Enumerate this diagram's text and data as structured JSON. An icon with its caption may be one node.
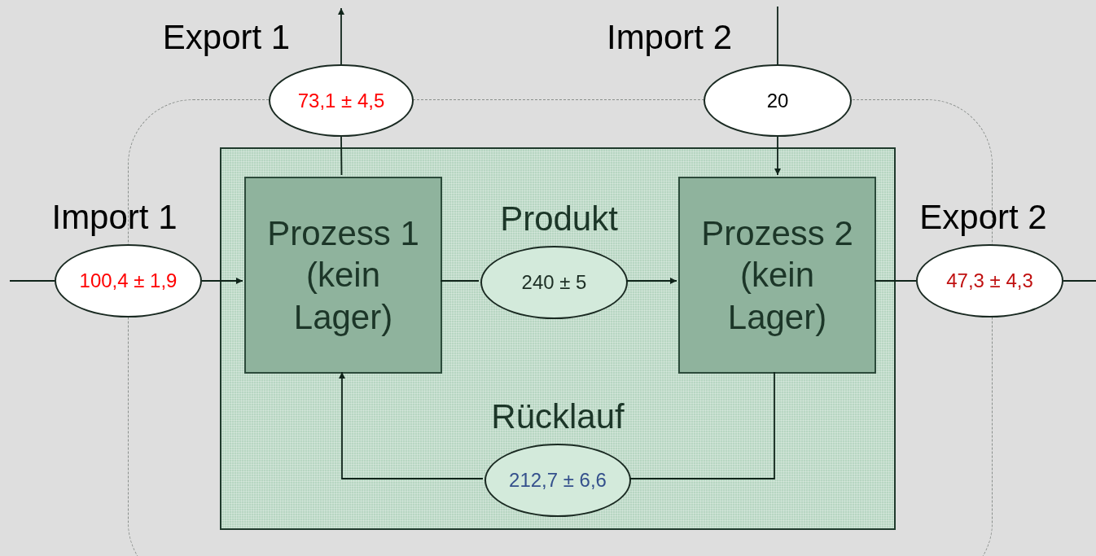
{
  "diagram": {
    "nodes": [
      {
        "text": [
          "Export 1",
          "73,1 ± 4,5"
        ]
      },
      {
        "text": [
          "Import 2",
          "20"
        ]
      },
      {
        "text": [],
        "shape": "box"
      },
      {
        "text": [
          "Import 1",
          "100,4 ± 1,9"
        ]
      },
      {
        "text": [
          "Prozess 1 (kein Lager)"
        ],
        "in": 2
      },
      {
        "text": [
          "Produkt",
          "240 ± 5"
        ],
        "in": 2
      },
      {
        "text": [
          "Prozess 2 (kein Lager)"
        ],
        "in": 2
      },
      {
        "text": [
          "Export 2",
          "47,3 ± 4,3"
        ]
      },
      {
        "text": [
          "Rücklauf",
          "212,7 ± 6,6"
        ],
        "in": 2
      }
    ],
    "edges": [
      {
        "from": null,
        "to": 3,
        "arrow": "none"
      },
      {
        "from": 3,
        "to": 4,
        "arrow": "to"
      },
      {
        "from": 4,
        "to": 0,
        "arrow": "none"
      },
      {
        "from": 0,
        "to": null,
        "arrow": "to"
      },
      {
        "from": null,
        "to": 1,
        "arrow": "none"
      },
      {
        "from": 1,
        "to": 6,
        "arrow": "to"
      },
      {
        "from": 4,
        "to": 5,
        "arrow": "none"
      },
      {
        "from": 5,
        "to": 6,
        "arrow": "to"
      },
      {
        "from": 6,
        "to": 7,
        "arrow": "none"
      },
      {
        "from": 7,
        "to": null,
        "arrow": "none"
      },
      {
        "from": 6,
        "to": 8,
        "arrow": "none"
      },
      {
        "from": 8,
        "to": 4,
        "arrow": "to"
      }
    ]
  }
}
